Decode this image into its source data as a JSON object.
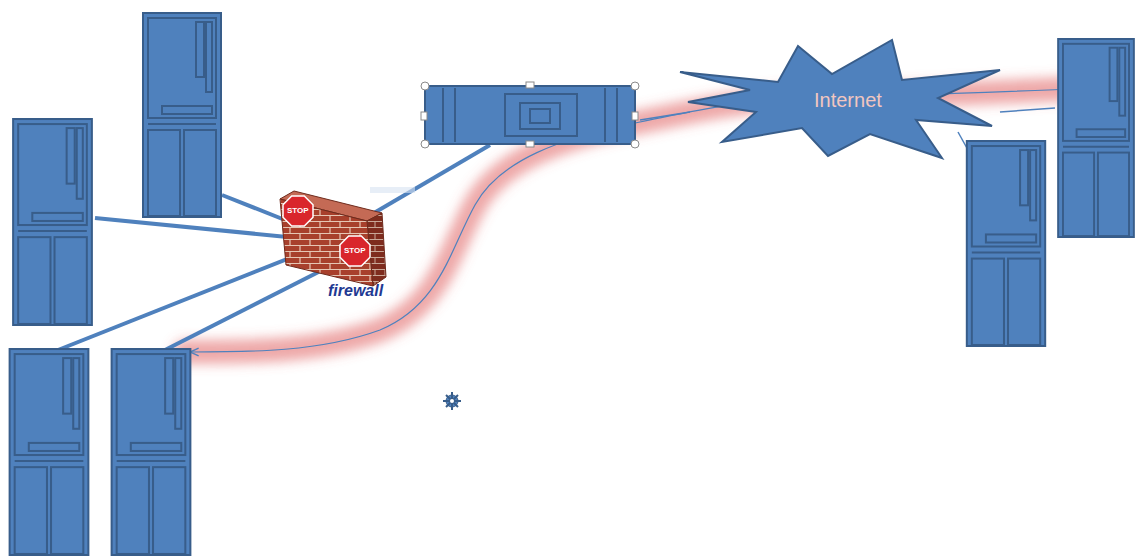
{
  "diagram": {
    "nodes": [
      {
        "text": [
          "firewall"
        ]
      },
      {
        "text": [
          "STOP"
        ],
        "in": 0
      },
      {
        "text": [
          "STOP"
        ],
        "in": 0
      },
      {
        "text": [
          "Internet"
        ]
      }
    ]
  }
}
